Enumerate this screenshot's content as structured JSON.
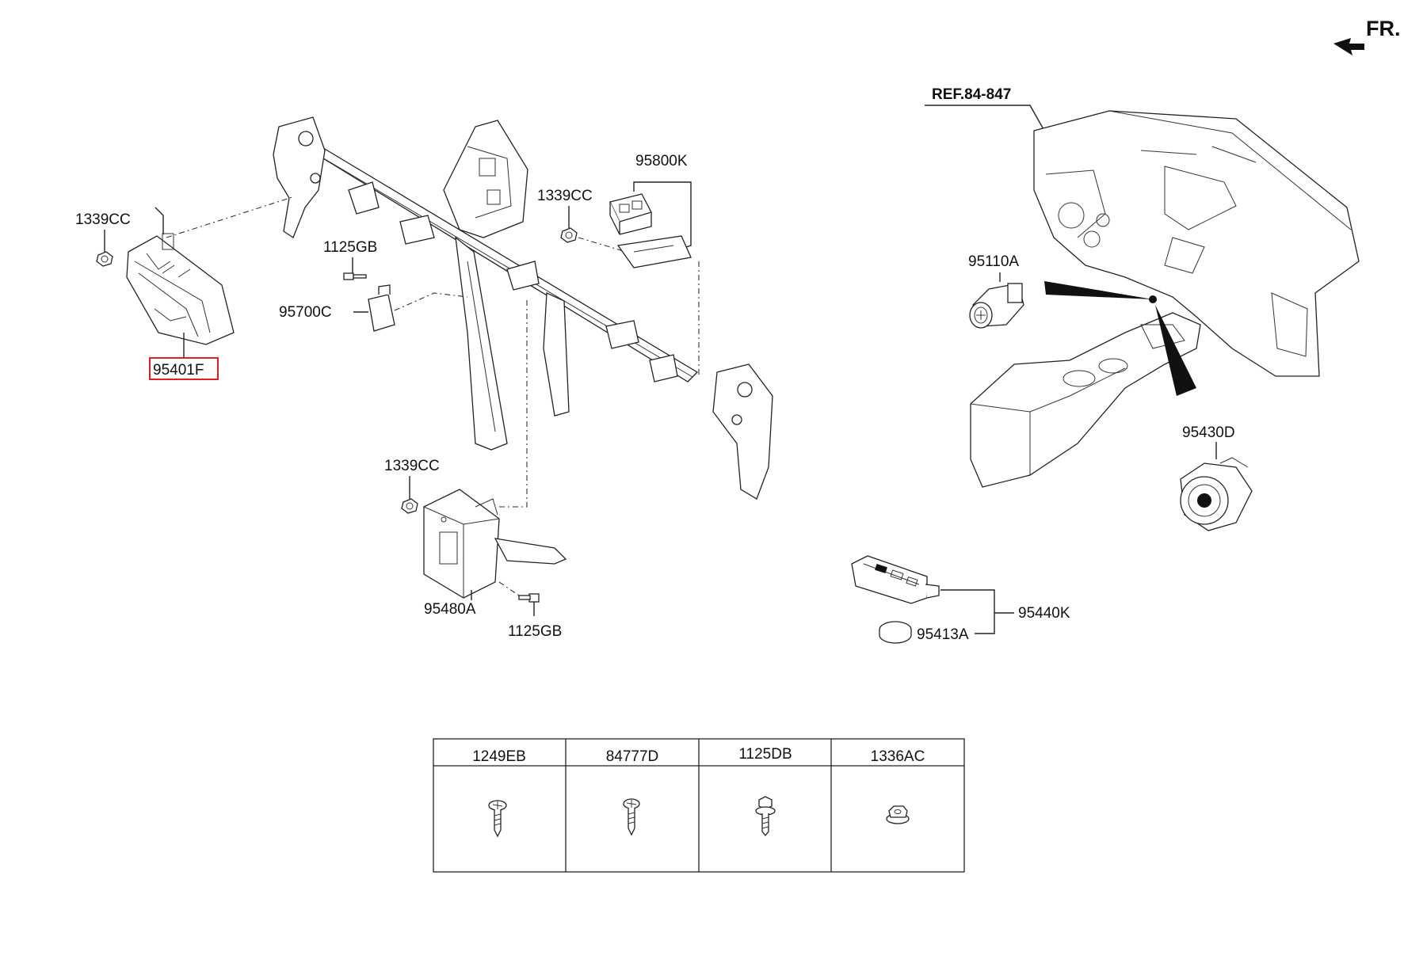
{
  "direction": {
    "label": "FR."
  },
  "reference": {
    "label": "REF.84-847"
  },
  "callouts": {
    "c_1339cc_left": "1339CC",
    "c_95401f": "95401F",
    "c_1125gb_top": "1125GB",
    "c_95700c": "95700C",
    "c_1339cc_mid": "1339CC",
    "c_95800k": "95800K",
    "c_1339cc_low": "1339CC",
    "c_95480a": "95480A",
    "c_1125gb_low": "1125GB",
    "c_95110a": "95110A",
    "c_95430d": "95430D",
    "c_95440k": "95440K",
    "c_95413a": "95413A"
  },
  "highlighted_part": "95401F",
  "highlight_color": "#e02020",
  "fastener_table": {
    "columns": [
      "1249EB",
      "84777D",
      "1125DB",
      "1336AC"
    ],
    "icons": [
      "screw-pan-head-icon",
      "screw-pan-head-icon",
      "bolt-flange-icon",
      "nut-flange-icon"
    ]
  }
}
